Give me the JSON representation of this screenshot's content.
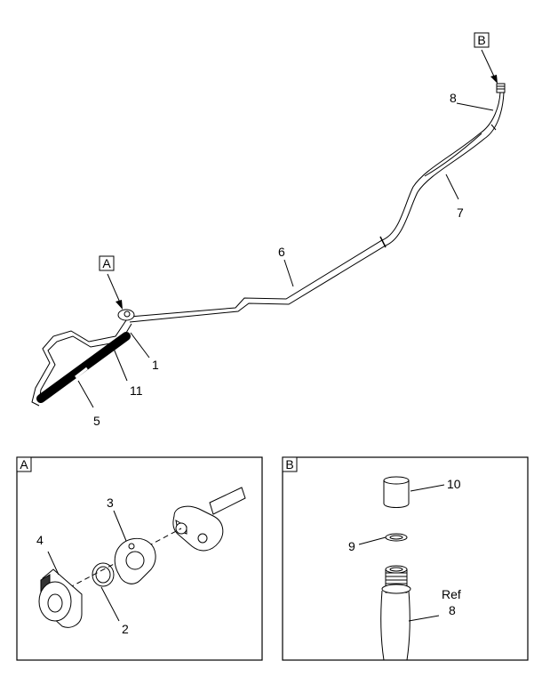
{
  "main_view": {
    "callout_a": "A",
    "callout_b": "B",
    "labels": {
      "n1": "1",
      "n5": "5",
      "n6": "6",
      "n7": "7",
      "n8": "8",
      "n11": "11"
    }
  },
  "detail_a": {
    "title": "A",
    "labels": {
      "n2": "2",
      "n3": "3",
      "n4": "4"
    }
  },
  "detail_b": {
    "title": "B",
    "labels": {
      "n8": "8",
      "n9": "9",
      "n10": "10",
      "ref": "Ref"
    }
  }
}
